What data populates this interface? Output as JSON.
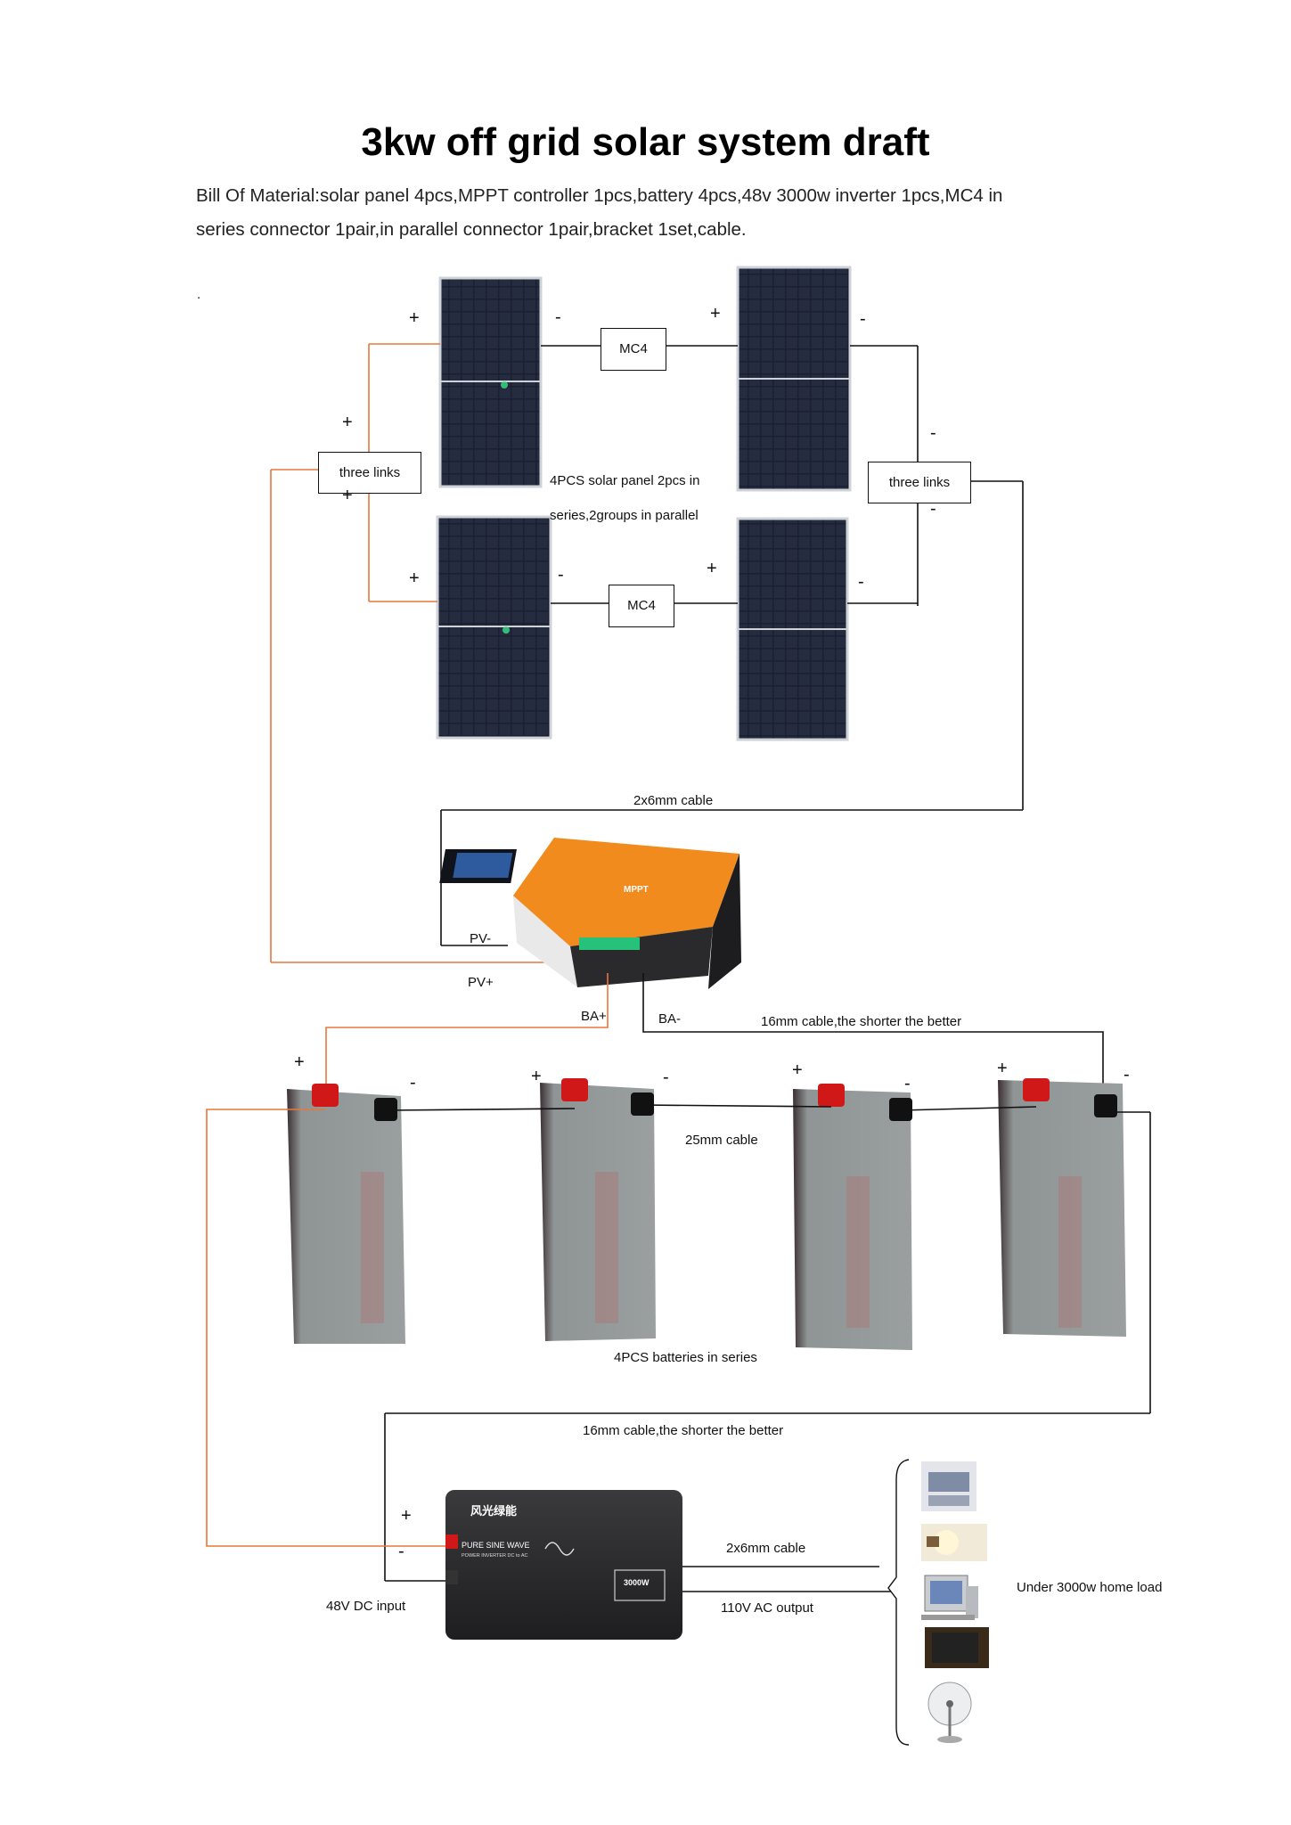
{
  "title": "3kw off grid solar system draft",
  "bom_line1": "Bill Of Material:solar panel 4pcs,MPPT controller 1pcs,battery 4pcs,48v 3000w inverter 1pcs,MC4 in",
  "bom_line2": "series connector 1pair,in parallel connector 1pair,bracket 1set,cable.",
  "stray_dot": ".",
  "connectors": {
    "mc4_top": "MC4",
    "mc4_bottom": "MC4",
    "three_links_left": "three links",
    "three_links_right": "three links"
  },
  "signs": {
    "plus": "+",
    "minus": "-"
  },
  "labels": {
    "panels_note_1": "4PCS solar panel 2pcs in",
    "panels_note_2": "series,2groups in parallel",
    "cable_pv": "2x6mm cable",
    "pv_minus": "PV-",
    "pv_plus": "PV+",
    "ba_plus": "BA+",
    "ba_minus": "BA-",
    "cable_controller_battery": "16mm cable,the shorter the better",
    "cable_battery_link": "25mm cable",
    "batteries_note": "4PCS batteries in series",
    "cable_battery_inverter": "16mm cable,the shorter the better",
    "cable_ac": "2x6mm cable",
    "dc_input": "48V DC input",
    "ac_output": "110V AC output",
    "home_load": "Under 3000w home load"
  },
  "controller": {
    "brand_text": "MPPT"
  },
  "inverter": {
    "brand": "风光绿能",
    "line1": "PURE SINE WAVE",
    "line2": "POWER INVERTER DC to AC",
    "rating": "3000W"
  },
  "colors": {
    "positive_wire": "#e8763a",
    "negative_wire": "#111111",
    "controller_orange": "#f28b1e",
    "panel_cell": "#1b2030",
    "battery_body": "#8c9191",
    "battery_terminal_pos": "#d01818",
    "battery_terminal_neg": "#111111"
  },
  "icons": [
    "printer-icon",
    "light-bulb-icon",
    "computer-icon",
    "television-icon",
    "fan-icon"
  ]
}
